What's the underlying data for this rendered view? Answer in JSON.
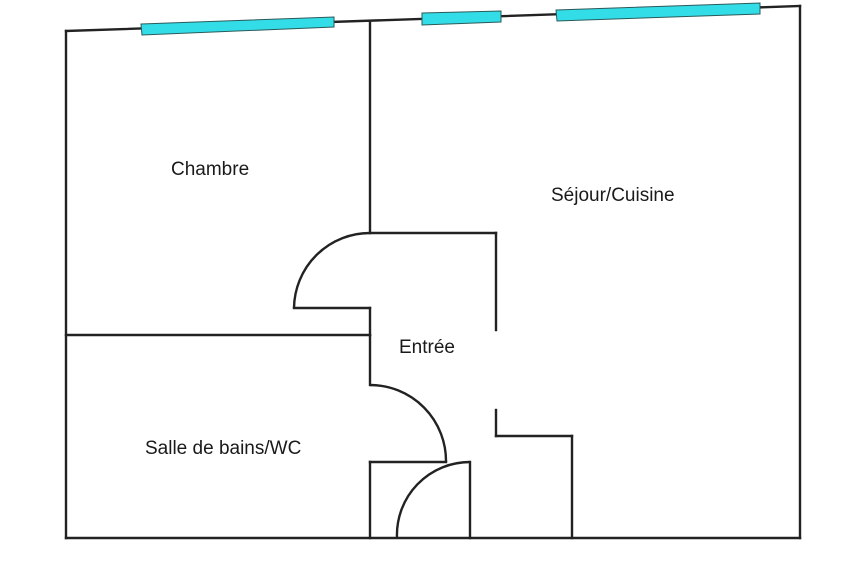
{
  "rooms": {
    "chambre": "Chambre",
    "sejour": "Séjour/Cuisine",
    "entree": "Entrée",
    "salle_de_bains": "Salle de bains/WC"
  },
  "colors": {
    "wall": "#222222",
    "window": "#33dde8",
    "window_border": "#2a5a5a",
    "background": "#ffffff"
  }
}
